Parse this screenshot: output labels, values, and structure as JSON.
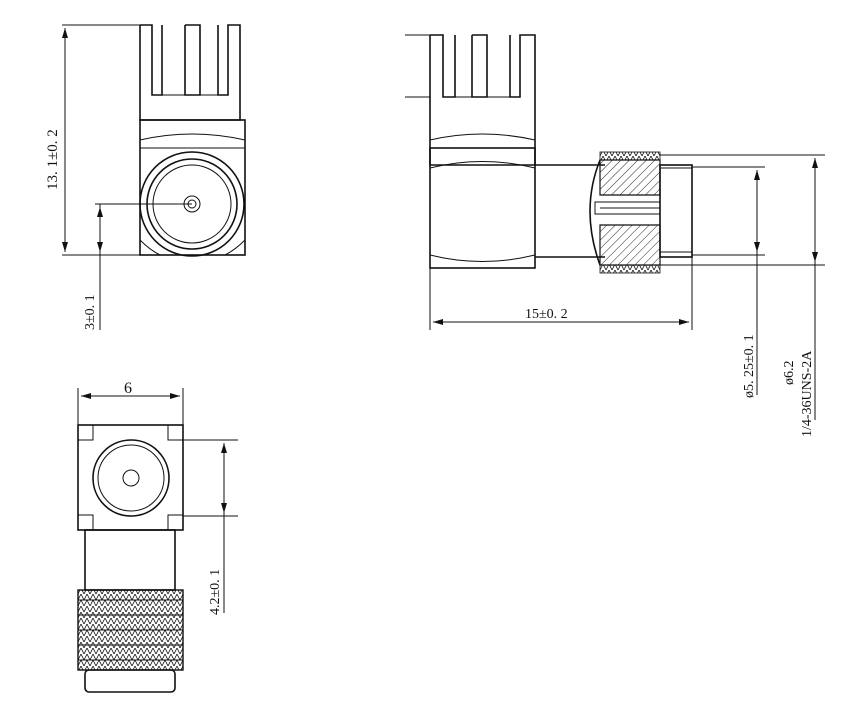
{
  "drawing": {
    "dimensions": {
      "top_view_height": "13. 1±0. 2",
      "top_view_center": "3±0. 1",
      "side_view_length": "15±0. 2",
      "side_view_dia_inner": "ø5. 25±0. 1",
      "side_view_dia_outer": "ø6.2",
      "side_view_thread": "1/4-36UNS-2A",
      "front_view_width": "6",
      "front_view_offset": "4.2±0. 1"
    },
    "line_color": "#111111",
    "background": "#ffffff"
  }
}
